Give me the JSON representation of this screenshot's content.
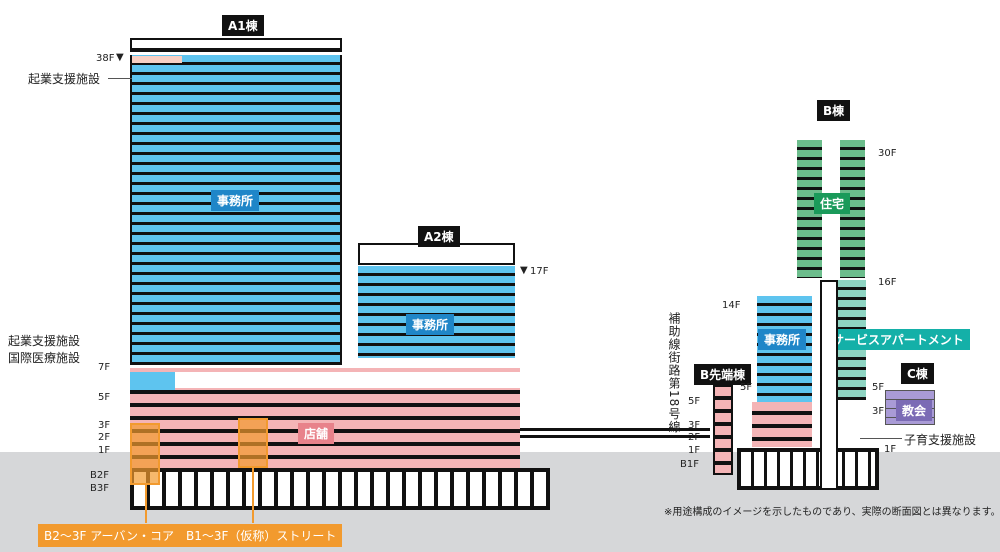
{
  "buildings": {
    "a1": {
      "tag": "A1棟",
      "use": "事務所",
      "top_floor": "38F"
    },
    "a2": {
      "tag": "A2棟",
      "use": "事務所",
      "top_floor": "17F"
    },
    "b": {
      "tag": "B棟",
      "use_residential": "住宅",
      "use_office": "事務所",
      "use_service": "サービスアパートメント",
      "floors": [
        "30F",
        "16F",
        "14F",
        "5F",
        "5F",
        "3F",
        "1F"
      ]
    },
    "b_tip": {
      "tag": "B先端棟",
      "floors": [
        "5F",
        "3F",
        "2F",
        "1F",
        "B1F"
      ]
    },
    "c": {
      "tag": "C棟",
      "use": "教会"
    }
  },
  "podium": {
    "use": "店舗"
  },
  "left_floors": [
    "7F",
    "5F",
    "3F",
    "2F",
    "1F",
    "B2F",
    "B3F"
  ],
  "annotations": {
    "startup_top": "起業支援施設",
    "startup_lower": "起業支援施設",
    "medical": "国際医療施設",
    "childcare": "子育支援施設",
    "road": "補助線街路第18号線"
  },
  "callouts": {
    "urban_core": "B2〜3F アーバン・コア",
    "street": "B1〜3F（仮称）ストリート"
  },
  "footnote": "※用途構成のイメージを示したものであり、実際の断面図とは異なります。",
  "colors": {
    "office": "#5ec4ef",
    "retail": "#f4b4b6",
    "residential": "#6cbd8c",
    "service": "#8fd4c2",
    "church": "#a99bd6",
    "orange": "#f29a2e"
  }
}
